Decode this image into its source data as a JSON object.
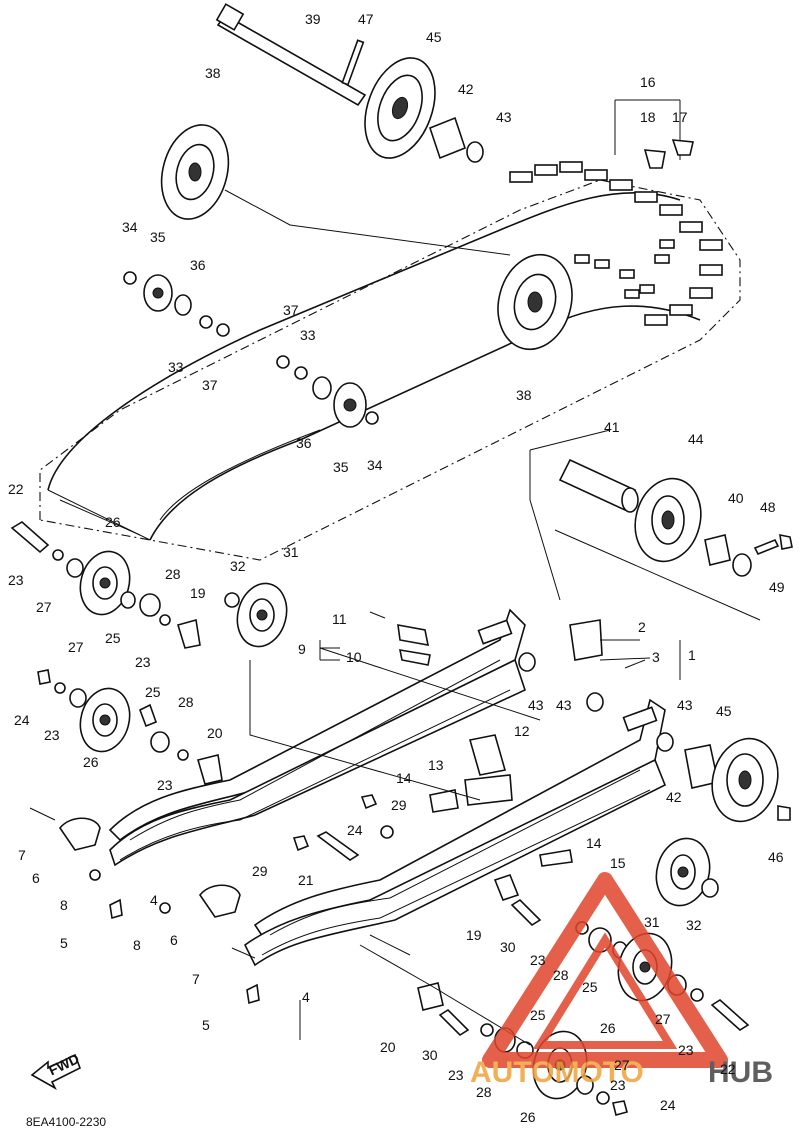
{
  "diagram_code": "8EA4100-2230",
  "fwd_label": "FWD",
  "watermark": {
    "text_left": "AUTOMOTO",
    "text_right": "HUB",
    "color_accent": "#f0a23a",
    "color_triangle": "#e0452c",
    "color_dark": "#444444"
  },
  "callouts": [
    "1",
    "2",
    "3",
    "4",
    "5",
    "6",
    "7",
    "8",
    "9",
    "10",
    "11",
    "12",
    "13",
    "14",
    "15",
    "16",
    "17",
    "18",
    "19",
    "20",
    "21",
    "22",
    "23",
    "24",
    "25",
    "26",
    "27",
    "28",
    "29",
    "30",
    "31",
    "32",
    "33",
    "34",
    "35",
    "36",
    "37",
    "38",
    "39",
    "40",
    "41",
    "42",
    "43",
    "44",
    "45",
    "46",
    "47",
    "48",
    "49"
  ]
}
